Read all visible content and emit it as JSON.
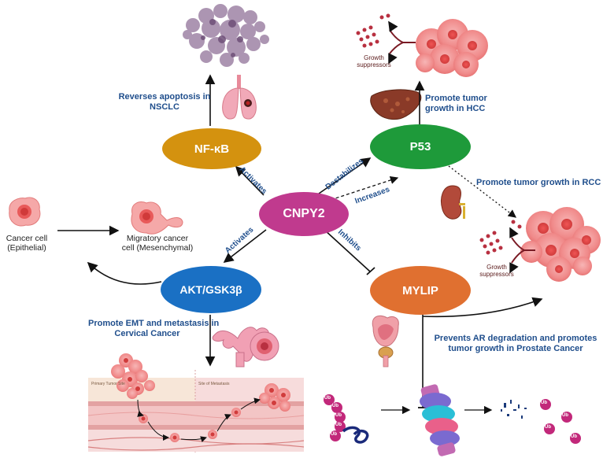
{
  "nodes": {
    "center": {
      "label": "CNPY2",
      "color": "#c03a8e"
    },
    "nfkb": {
      "label": "NF-κB",
      "color": "#d4920f"
    },
    "p53": {
      "label": "P53",
      "color": "#1e9a3a"
    },
    "akt": {
      "label": "AKT/GSK3β",
      "color": "#1a70c4"
    },
    "mylip": {
      "label": "MYLIP",
      "color": "#e07030"
    }
  },
  "edges": {
    "activates_nfkb": "Activates",
    "destabilizes": "Destabilizes",
    "increases": "Increases",
    "activates_akt": "Activates",
    "inhibits": "Inhibits"
  },
  "captions": {
    "nsclc": [
      "Reverses apoptosis in",
      "NSCLC"
    ],
    "hcc": [
      "Promote tumor",
      "growth in HCC"
    ],
    "rcc": "Promote tumor growth in RCC",
    "emt": [
      "Promote EMT and metastasis in",
      "Cervical Cancer"
    ],
    "prostate": [
      "Prevents AR degradation and promotes",
      "tumor growth in Prostate Cancer"
    ]
  },
  "cells": {
    "cancer_cell": [
      "Cancer cell",
      "(Epithelial)"
    ],
    "migratory": [
      "Migratory cancer",
      "cell (Mesenchymal)"
    ]
  },
  "growth_suppressors": [
    "Growth",
    "suppressors"
  ],
  "tissue_labels": {
    "primary": "Primary Tumor Site",
    "metastasis": "Site of Metastasis"
  },
  "ubiquitin": "Ub",
  "colors": {
    "caption_blue": "#1f4e8c",
    "tumor_pink": "#f2a0a0",
    "lung_cluster": "#9b7fa0"
  },
  "icons": [
    "lung-icon",
    "liver-icon",
    "kidney-icon",
    "uterus-icon",
    "bladder-prostate-icon",
    "proteasome-icon",
    "tumor-cluster-icon"
  ]
}
